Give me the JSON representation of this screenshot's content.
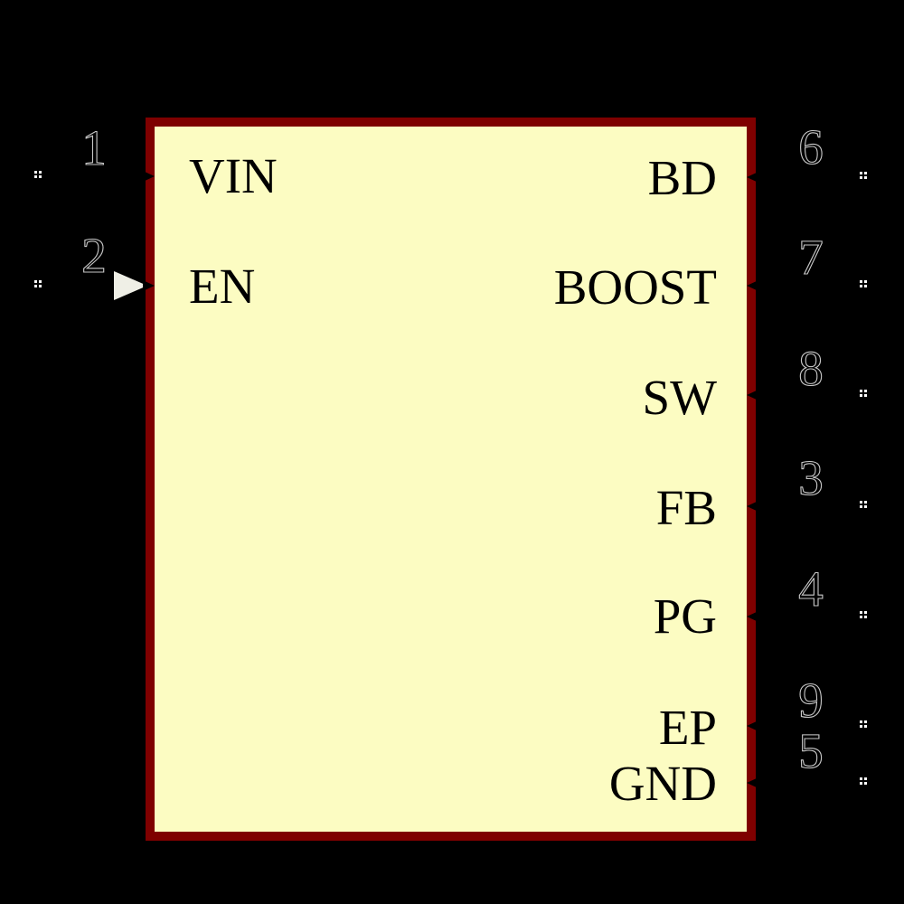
{
  "component": {
    "kind": "schematic-symbol",
    "colors": {
      "background": "#000000",
      "body_fill": "#FCFCC2",
      "body_border": "#7F0000",
      "label_text": "#000000",
      "pin_number_outline": "#C9C9C9",
      "pin_end_marker": "#FFFFFF",
      "en_triangle_fill": "#EFEFE6"
    }
  },
  "pins": {
    "left": [
      {
        "number": "1",
        "name": "VIN"
      },
      {
        "number": "2",
        "name": "EN"
      }
    ],
    "right": [
      {
        "number": "6",
        "name": "BD"
      },
      {
        "number": "7",
        "name": "BOOST"
      },
      {
        "number": "8",
        "name": "SW"
      },
      {
        "number": "3",
        "name": "FB"
      },
      {
        "number": "4",
        "name": "PG"
      },
      {
        "number": "9",
        "name": "EP"
      },
      {
        "number": "5",
        "name": "GND"
      }
    ]
  }
}
